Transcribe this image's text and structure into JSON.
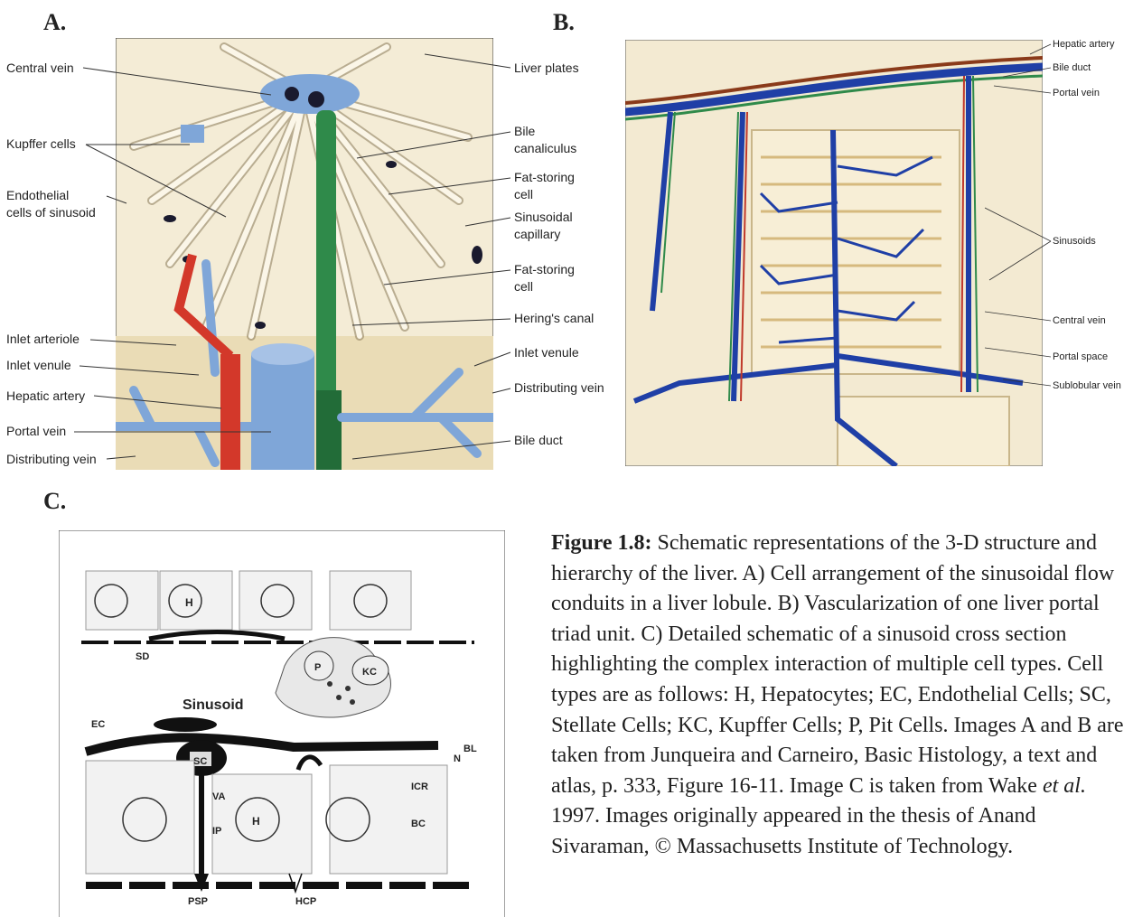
{
  "panel_a": {
    "letter": "A.",
    "labels_left": [
      "Central vein",
      "Kupffer cells",
      "Endothelial",
      "cells of sinusoid",
      "Inlet arteriole",
      "Inlet venule",
      "Hepatic artery",
      "Portal vein",
      "Distributing vein"
    ],
    "labels_right": [
      "Liver plates",
      "Bile",
      "canaliculus",
      "Fat-storing",
      "cell",
      "Sinusoidal",
      "capillary",
      "Fat-storing",
      "cell",
      "Hering's canal",
      "Inlet venule",
      "Distributing vein",
      "Bile duct"
    ]
  },
  "panel_b": {
    "letter": "B.",
    "labels": [
      "Hepatic artery",
      "Bile duct",
      "Portal vein",
      "Sinusoids",
      "Central vein",
      "Portal space",
      "Sublobular vein"
    ]
  },
  "panel_c": {
    "letter": "C.",
    "labels": {
      "h_top": "H",
      "sd": "SD",
      "p": "P",
      "kc": "KC",
      "sinusoid": "Sinusoid",
      "ec": "EC",
      "bl": "BL",
      "n": "N",
      "sc": "SC",
      "va": "VA",
      "icr": "ICR",
      "ip": "IP",
      "h_bottom": "H",
      "bc": "BC",
      "psp": "PSP",
      "hcp": "HCP"
    }
  },
  "caption": {
    "figure_label": "Figure 1.8:",
    "text_1": " Schematic representations of the 3-D structure and hierarchy of the liver.  A) Cell arrangement of the sinusoidal flow conduits in a liver lobule. B) Vascularization of one liver portal triad unit. C) Detailed schematic of a sinusoid cross section highlighting the complex interaction of multiple cell types.  Cell types are as follows: H, Hepatocytes; EC, Endothelial Cells; SC, Stellate Cells; KC, Kupffer Cells; P, Pit Cells.  Images A and B are taken from Junqueira and Carneiro, Basic Histology, a text and atlas, p. 333, Figure 16-11.  Image C is taken from Wake ",
    "italic": "et al.",
    "text_2": " 1997.  Images originally appeared in the thesis of Anand Sivaraman, © Massachusetts Institute of Technology."
  },
  "colors": {
    "portal_blue": "#7fa6d8",
    "artery_red": "#d3382a",
    "bile_green": "#2f8a4a",
    "vessel_blue": "#1f3fa6",
    "tissue": "#f3ead2"
  }
}
